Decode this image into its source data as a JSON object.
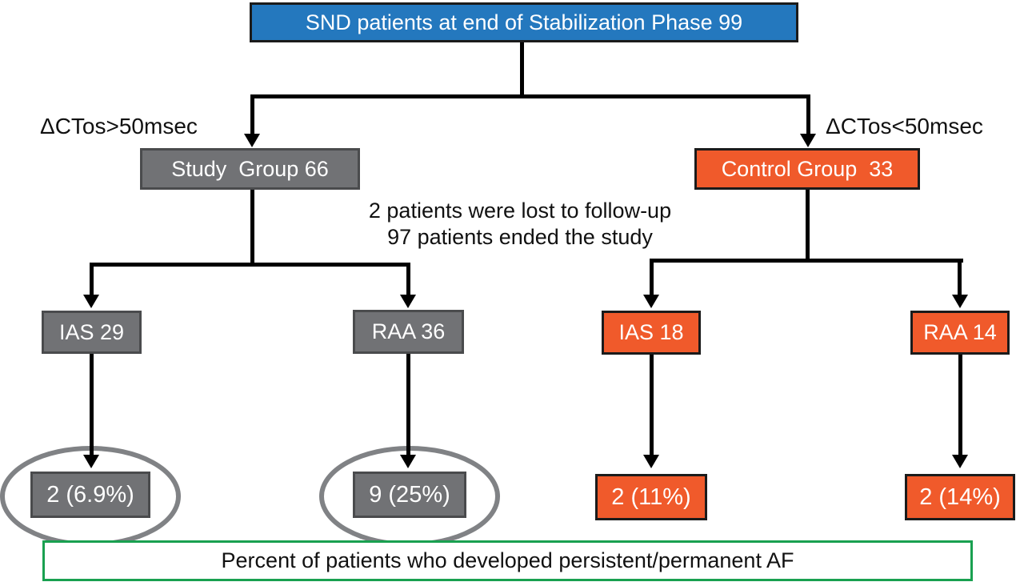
{
  "diagram": {
    "root": {
      "label": "SND patients at end of Stabilization Phase 99"
    },
    "branches": {
      "left_condition": "ΔCTos>50msec",
      "right_condition": "ΔCTos<50msec"
    },
    "study_group": {
      "label": "Study  Group 66",
      "ias_label": "IAS 29",
      "raa_label": "RAA 36",
      "ias_result": "2 (6.9%)",
      "raa_result": "9 (25%)"
    },
    "control_group": {
      "label": "Control Group  33",
      "ias_label": "IAS 18",
      "raa_label": "RAA 14",
      "ias_result": "2 (11%)",
      "raa_result": "2 (14%)"
    },
    "note": {
      "line1": "2 patients were lost to follow-up",
      "line2": "97 patients ended the study"
    },
    "footer": {
      "label": "Percent of patients who developed persistent/permanent AF"
    },
    "colors": {
      "root_fill": "#2478BE",
      "study_fill": "#717275",
      "control_fill": "#F05A2B",
      "footer_border": "#19A050",
      "ellipse_stroke": "#808285",
      "connector": "#000000",
      "text_on_box": "#FFFFFF",
      "text": "#111111"
    }
  }
}
